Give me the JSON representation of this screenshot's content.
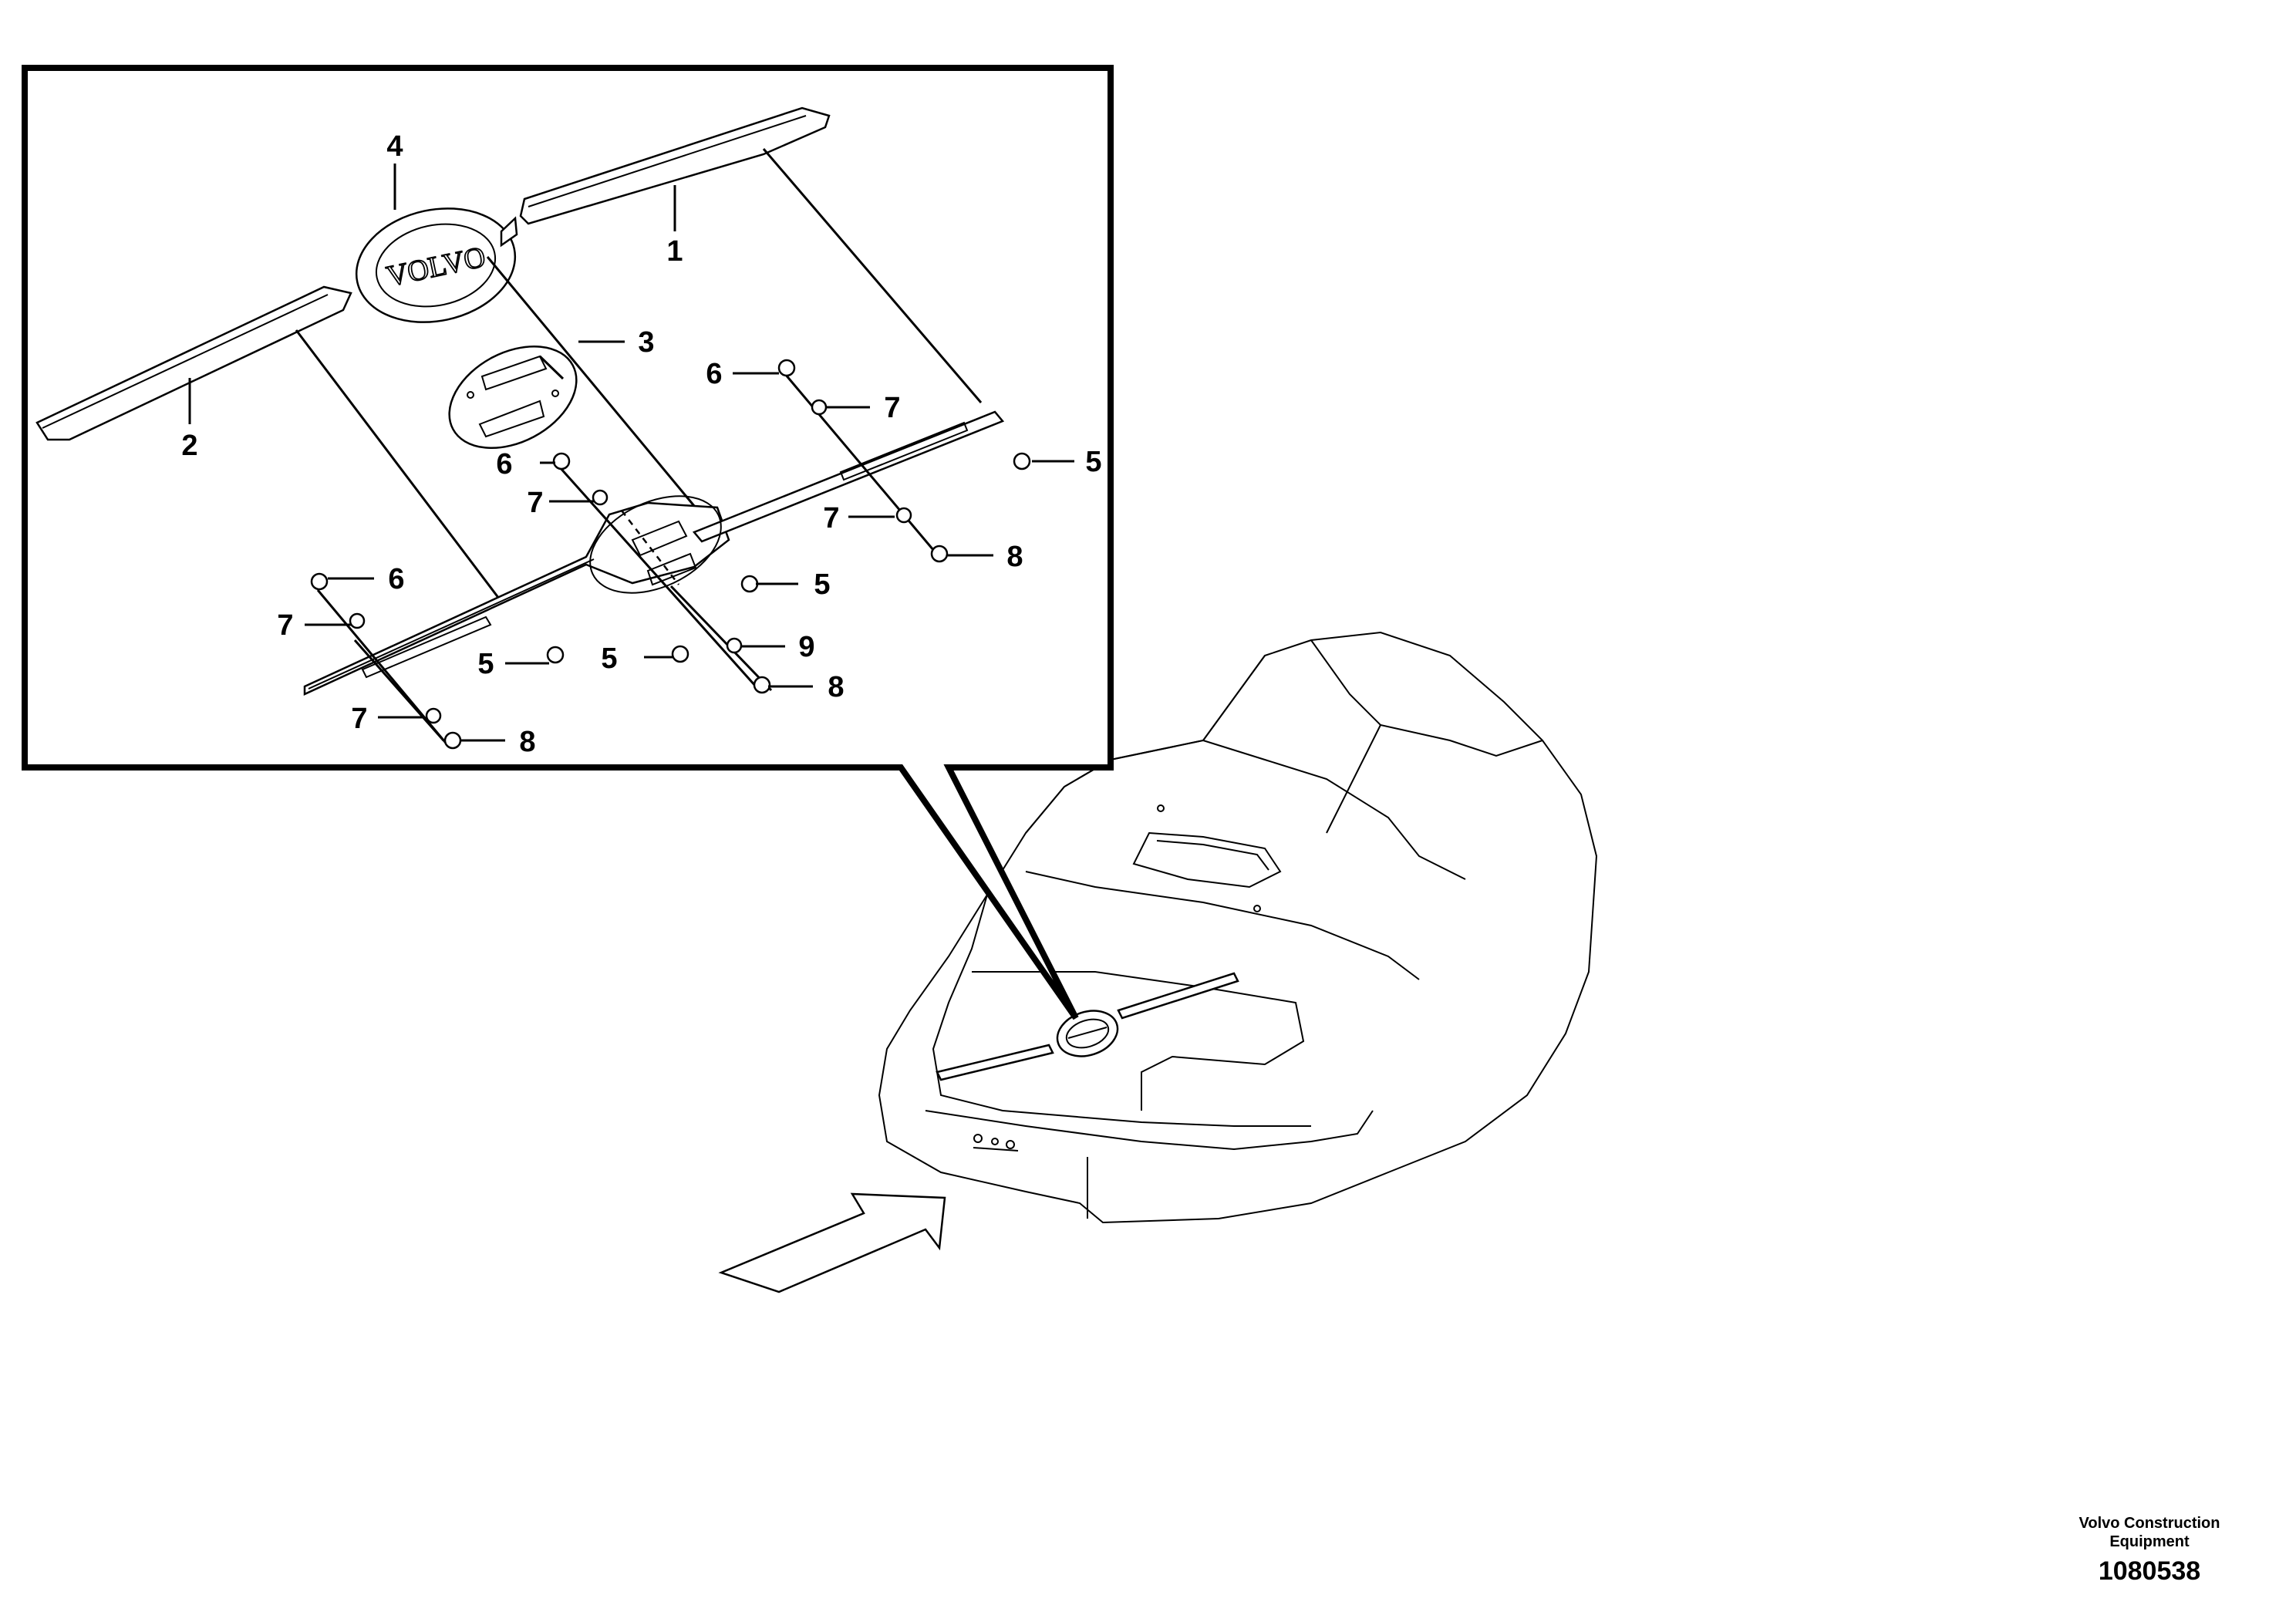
{
  "figure": {
    "company": "Volvo Construction Equipment",
    "drawing_number": "1080538",
    "logo_text": "VOLVO"
  },
  "callouts": [
    {
      "id": "c1",
      "text": "1"
    },
    {
      "id": "c2",
      "text": "2"
    },
    {
      "id": "c3",
      "text": "3"
    },
    {
      "id": "c4",
      "text": "4"
    },
    {
      "id": "c5a",
      "text": "5"
    },
    {
      "id": "c5b",
      "text": "5"
    },
    {
      "id": "c5c",
      "text": "5"
    },
    {
      "id": "c5d",
      "text": "5"
    },
    {
      "id": "c6a",
      "text": "6"
    },
    {
      "id": "c6b",
      "text": "6"
    },
    {
      "id": "c6c",
      "text": "6"
    },
    {
      "id": "c7a",
      "text": "7"
    },
    {
      "id": "c7b",
      "text": "7"
    },
    {
      "id": "c7c",
      "text": "7"
    },
    {
      "id": "c7d",
      "text": "7"
    },
    {
      "id": "c7e",
      "text": "7"
    },
    {
      "id": "c8a",
      "text": "8"
    },
    {
      "id": "c8b",
      "text": "8"
    },
    {
      "id": "c8c",
      "text": "8"
    },
    {
      "id": "c9",
      "text": "9"
    }
  ]
}
